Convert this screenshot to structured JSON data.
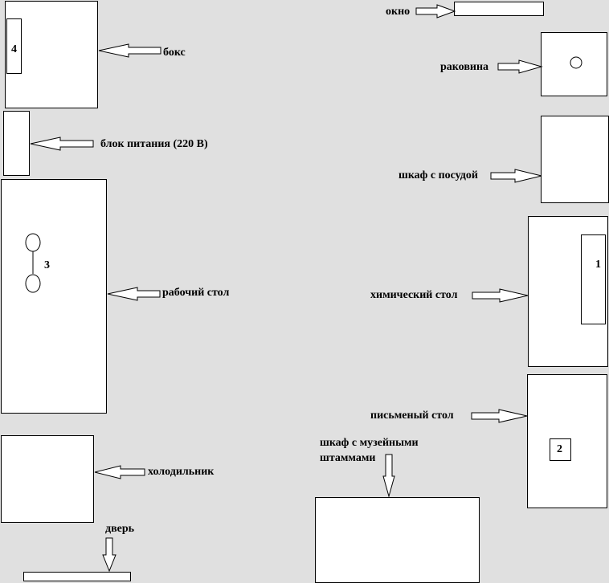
{
  "furniture": {
    "window": "окно",
    "box": "бокс",
    "power_unit": "блок питания (220 В)",
    "sink": "раковина",
    "dish_cabinet": "шкаф с посудой",
    "work_table": "рабочий стол",
    "chem_table": "химический стол",
    "desk": "письменый стол",
    "fridge": "холодильник",
    "museum_cabinet_line1": "шкаф с музейными",
    "museum_cabinet_line2": "штаммами",
    "door": "дверь"
  },
  "markers": {
    "m1": "1",
    "m2": "2",
    "m3": "3",
    "m4": "4"
  },
  "colors": {
    "background": "#e0e0e0",
    "fill": "#ffffff",
    "stroke": "#000000"
  }
}
